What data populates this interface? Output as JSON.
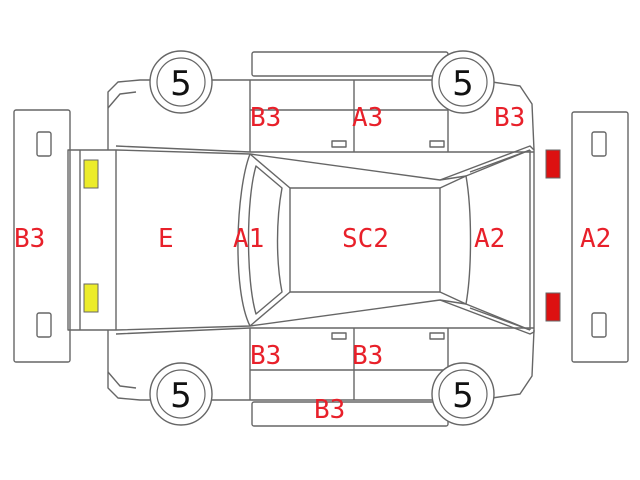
{
  "diagram": {
    "labels": {
      "rear_bumper": "B3",
      "rear_hatch": "E",
      "rear_glass": "A1",
      "roof": "SC2",
      "windshield": "A2",
      "front_bumper": "A2",
      "top_rear_door": "B3",
      "top_front_door": "A3",
      "top_front_fender": "B3",
      "bottom_rear_door": "B3",
      "bottom_front_door": "B3",
      "bottom_rocker": "B3"
    },
    "tires": {
      "top_rear": "5",
      "top_front": "5",
      "bottom_rear": "5",
      "bottom_front": "5"
    },
    "colors": {
      "label": "#e8202a",
      "outline": "#666666",
      "rear_lamp": "#ecec2a",
      "front_lamp": "#dd1111"
    }
  }
}
